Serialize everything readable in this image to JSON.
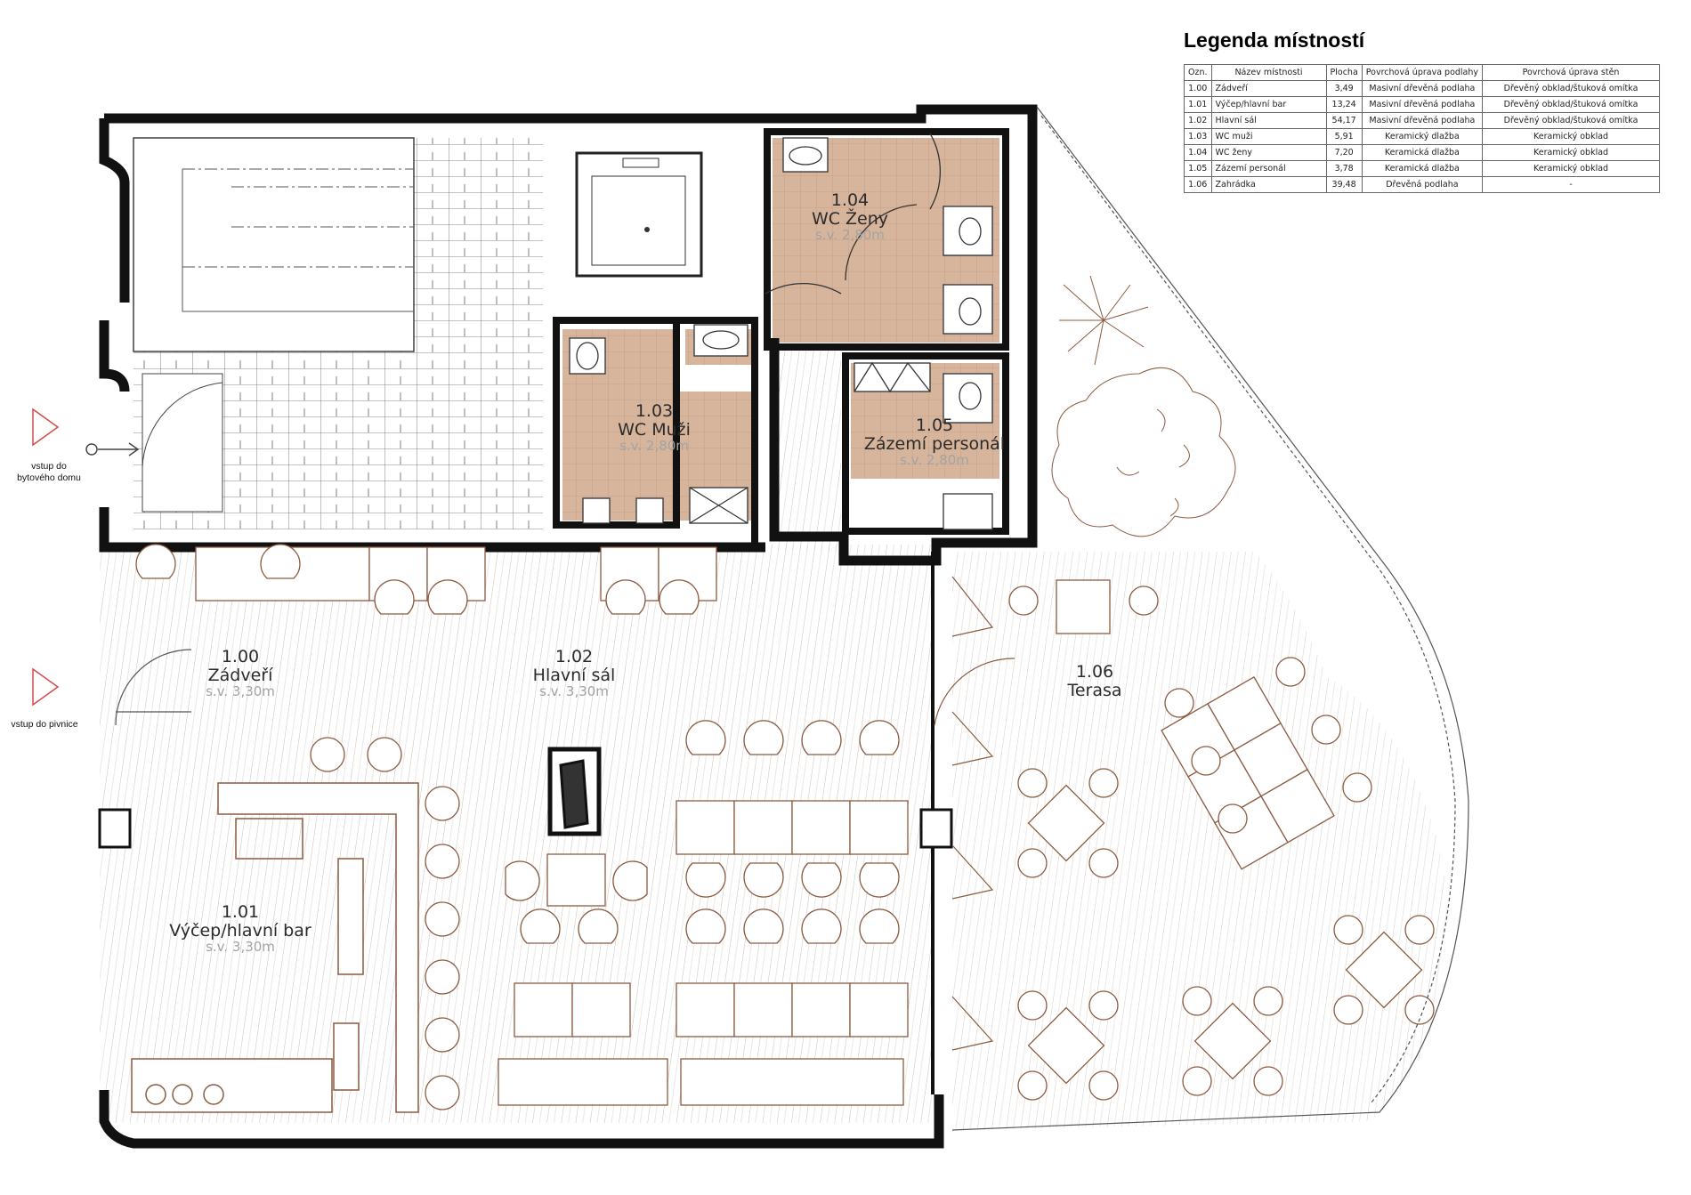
{
  "legend": {
    "title": "Legenda místností",
    "headers": [
      "Ozn.",
      "Název místnosti",
      "Plocha",
      "Povrchová úprava podlahy",
      "Povrchová úprava stěn"
    ],
    "rows": [
      [
        "1.00",
        "Zádveří",
        "3,49",
        "Masivní dřevěná podlaha",
        "Dřevěný obklad/štuková omítka"
      ],
      [
        "1.01",
        "Výčep/hlavní bar",
        "13,24",
        "Masivní dřevěná podlaha",
        "Dřevěný obklad/štuková omítka"
      ],
      [
        "1.02",
        "Hlavní sál",
        "54,17",
        "Masivní dřevěná podlaha",
        "Dřevěný obklad/štuková omítka"
      ],
      [
        "1.03",
        "WC muži",
        "5,91",
        "Keramický dlažba",
        "Keramický obklad"
      ],
      [
        "1.04",
        "WC ženy",
        "7,20",
        "Keramická dlažba",
        "Keramický obklad"
      ],
      [
        "1.05",
        "Zázemí personál",
        "3,78",
        "Keramická dlažba",
        "Keramický obklad"
      ],
      [
        "1.06",
        "Zahrádka",
        "39,48",
        "Dřevěná podlaha",
        "-"
      ]
    ]
  },
  "rooms": [
    {
      "code": "1.00",
      "name": "Zádveří",
      "height": "s.v. 3,30m"
    },
    {
      "code": "1.01",
      "name": "Výčep/hlavní bar",
      "height": "s.v. 3,30m"
    },
    {
      "code": "1.02",
      "name": "Hlavní sál",
      "height": "s.v. 3,30m"
    },
    {
      "code": "1.03",
      "name": "WC Muži",
      "height": "s.v. 2,80m"
    },
    {
      "code": "1.04",
      "name": "WC Ženy",
      "height": "s.v. 2,80m"
    },
    {
      "code": "1.05",
      "name": "Zázemí personál",
      "height": "s.v. 2,80m"
    },
    {
      "code": "1.06",
      "name": "Terasa",
      "height": ""
    }
  ],
  "entries": [
    {
      "line1": "vstup do",
      "line2": "bytového domu"
    },
    {
      "line1": "vstup do pivnice",
      "line2": ""
    }
  ],
  "colors": {
    "wall": "#111111",
    "tile": "#d7b59c",
    "wood_line": "#c8bfb6",
    "furniture": "#8b5b40",
    "arrow": "#d94a4a"
  }
}
